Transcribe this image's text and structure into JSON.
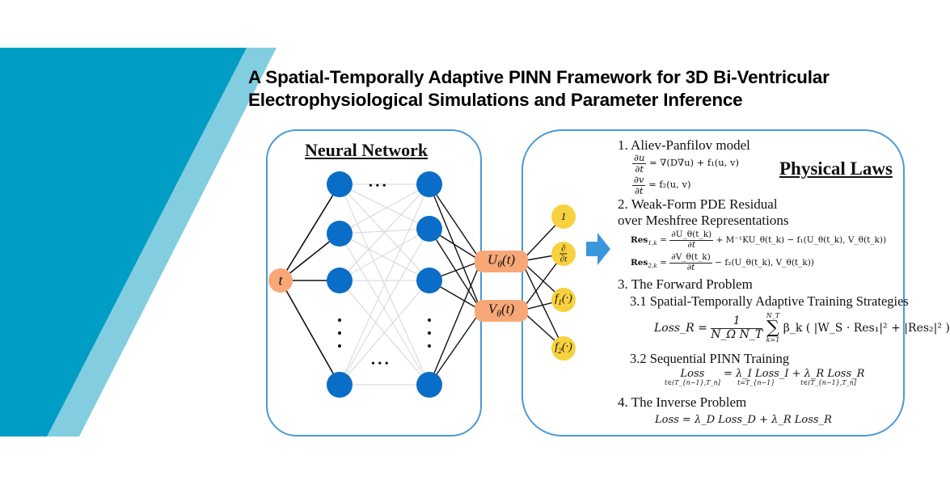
{
  "title": {
    "line1": "A Spatial-Temporally Adaptive PINN Framework for 3D Bi-Ventricular",
    "line2": "Electrophysiological Simulations and Parameter Inference"
  },
  "colors": {
    "banner_dark": "#009dc4",
    "banner_light": "#82cde0",
    "panel_border": "#4a9ad6",
    "hidden_node": "#0a6dc7",
    "io_node": "#f8a877",
    "op_node": "#f8d13e",
    "arrow": "#3b97dc",
    "faint_edge": "#d6d6d6"
  },
  "neural_network": {
    "title": "Neural Network",
    "input_label": "t",
    "ellipsis_h": "• • •",
    "ellipsis_v": "⋮",
    "outputs": [
      "U",
      "V"
    ],
    "output_sub": "θ",
    "output_arg": "(t)"
  },
  "operators": {
    "one": "1",
    "ddt_num": "∂",
    "ddt_den": "∂t",
    "f1": "f",
    "f1_sub": "1",
    "f2": "f",
    "f2_sub": "2",
    "arg": "(·)"
  },
  "physical_laws": {
    "title": "Physical Laws",
    "s1": "1. Aliev-Panfilov model",
    "eq1_num": "∂u",
    "eq1_den": "∂t",
    "eq1_rhs": "= ∇(D∇u) + f₁(u, v)",
    "eq2_num": "∂v",
    "eq2_den": "∂t",
    "eq2_rhs": "= f₂(u, v)",
    "s2_line1": "2. Weak-Form PDE Residual",
    "s2_line2": "over Meshfree Representations",
    "res1_lhs": "Res",
    "res1_sub": "1,k",
    "res1_num": "∂U_θ(t_k)",
    "res1_den": "∂t",
    "res1_rhs": "+ M⁻¹KU_θ(t_k) − f₁(U_θ(t_k), V_θ(t_k))",
    "res2_lhs": "Res",
    "res2_sub": "2,k",
    "res2_num": "∂V_θ(t_k)",
    "res2_den": "∂t",
    "res2_rhs": "− f₂(U_θ(t_k), V_θ(t_k))",
    "s3": "3. The Forward Problem",
    "s31": "3.1 Spatial-Temporally Adaptive Training Strategies",
    "lossR_lhs": "Loss_R =",
    "lossR_num": "1",
    "lossR_den": "N_Ω N_T",
    "lossR_sum_top": "N_T",
    "lossR_sum_bot": "k=1",
    "lossR_rhs": "β_k ( |W_S · Res₁|² + |Res₂|² )",
    "s32": "3.2 Sequential PINN Training",
    "seq_loss": "Loss",
    "seq_loss_under": "t∈(T_{n−1},T_n]",
    "seq_eq": "= λ_I Loss_I",
    "seq_eq_under": "t=T_{n−1}",
    "seq_plus": "+ λ_R Loss_R",
    "seq_plus_under": "t∈(T_{n−1},T_n]",
    "s4": "4. The Inverse Problem",
    "inv_eq": "Loss = λ_D Loss_D + λ_R Loss_R"
  }
}
